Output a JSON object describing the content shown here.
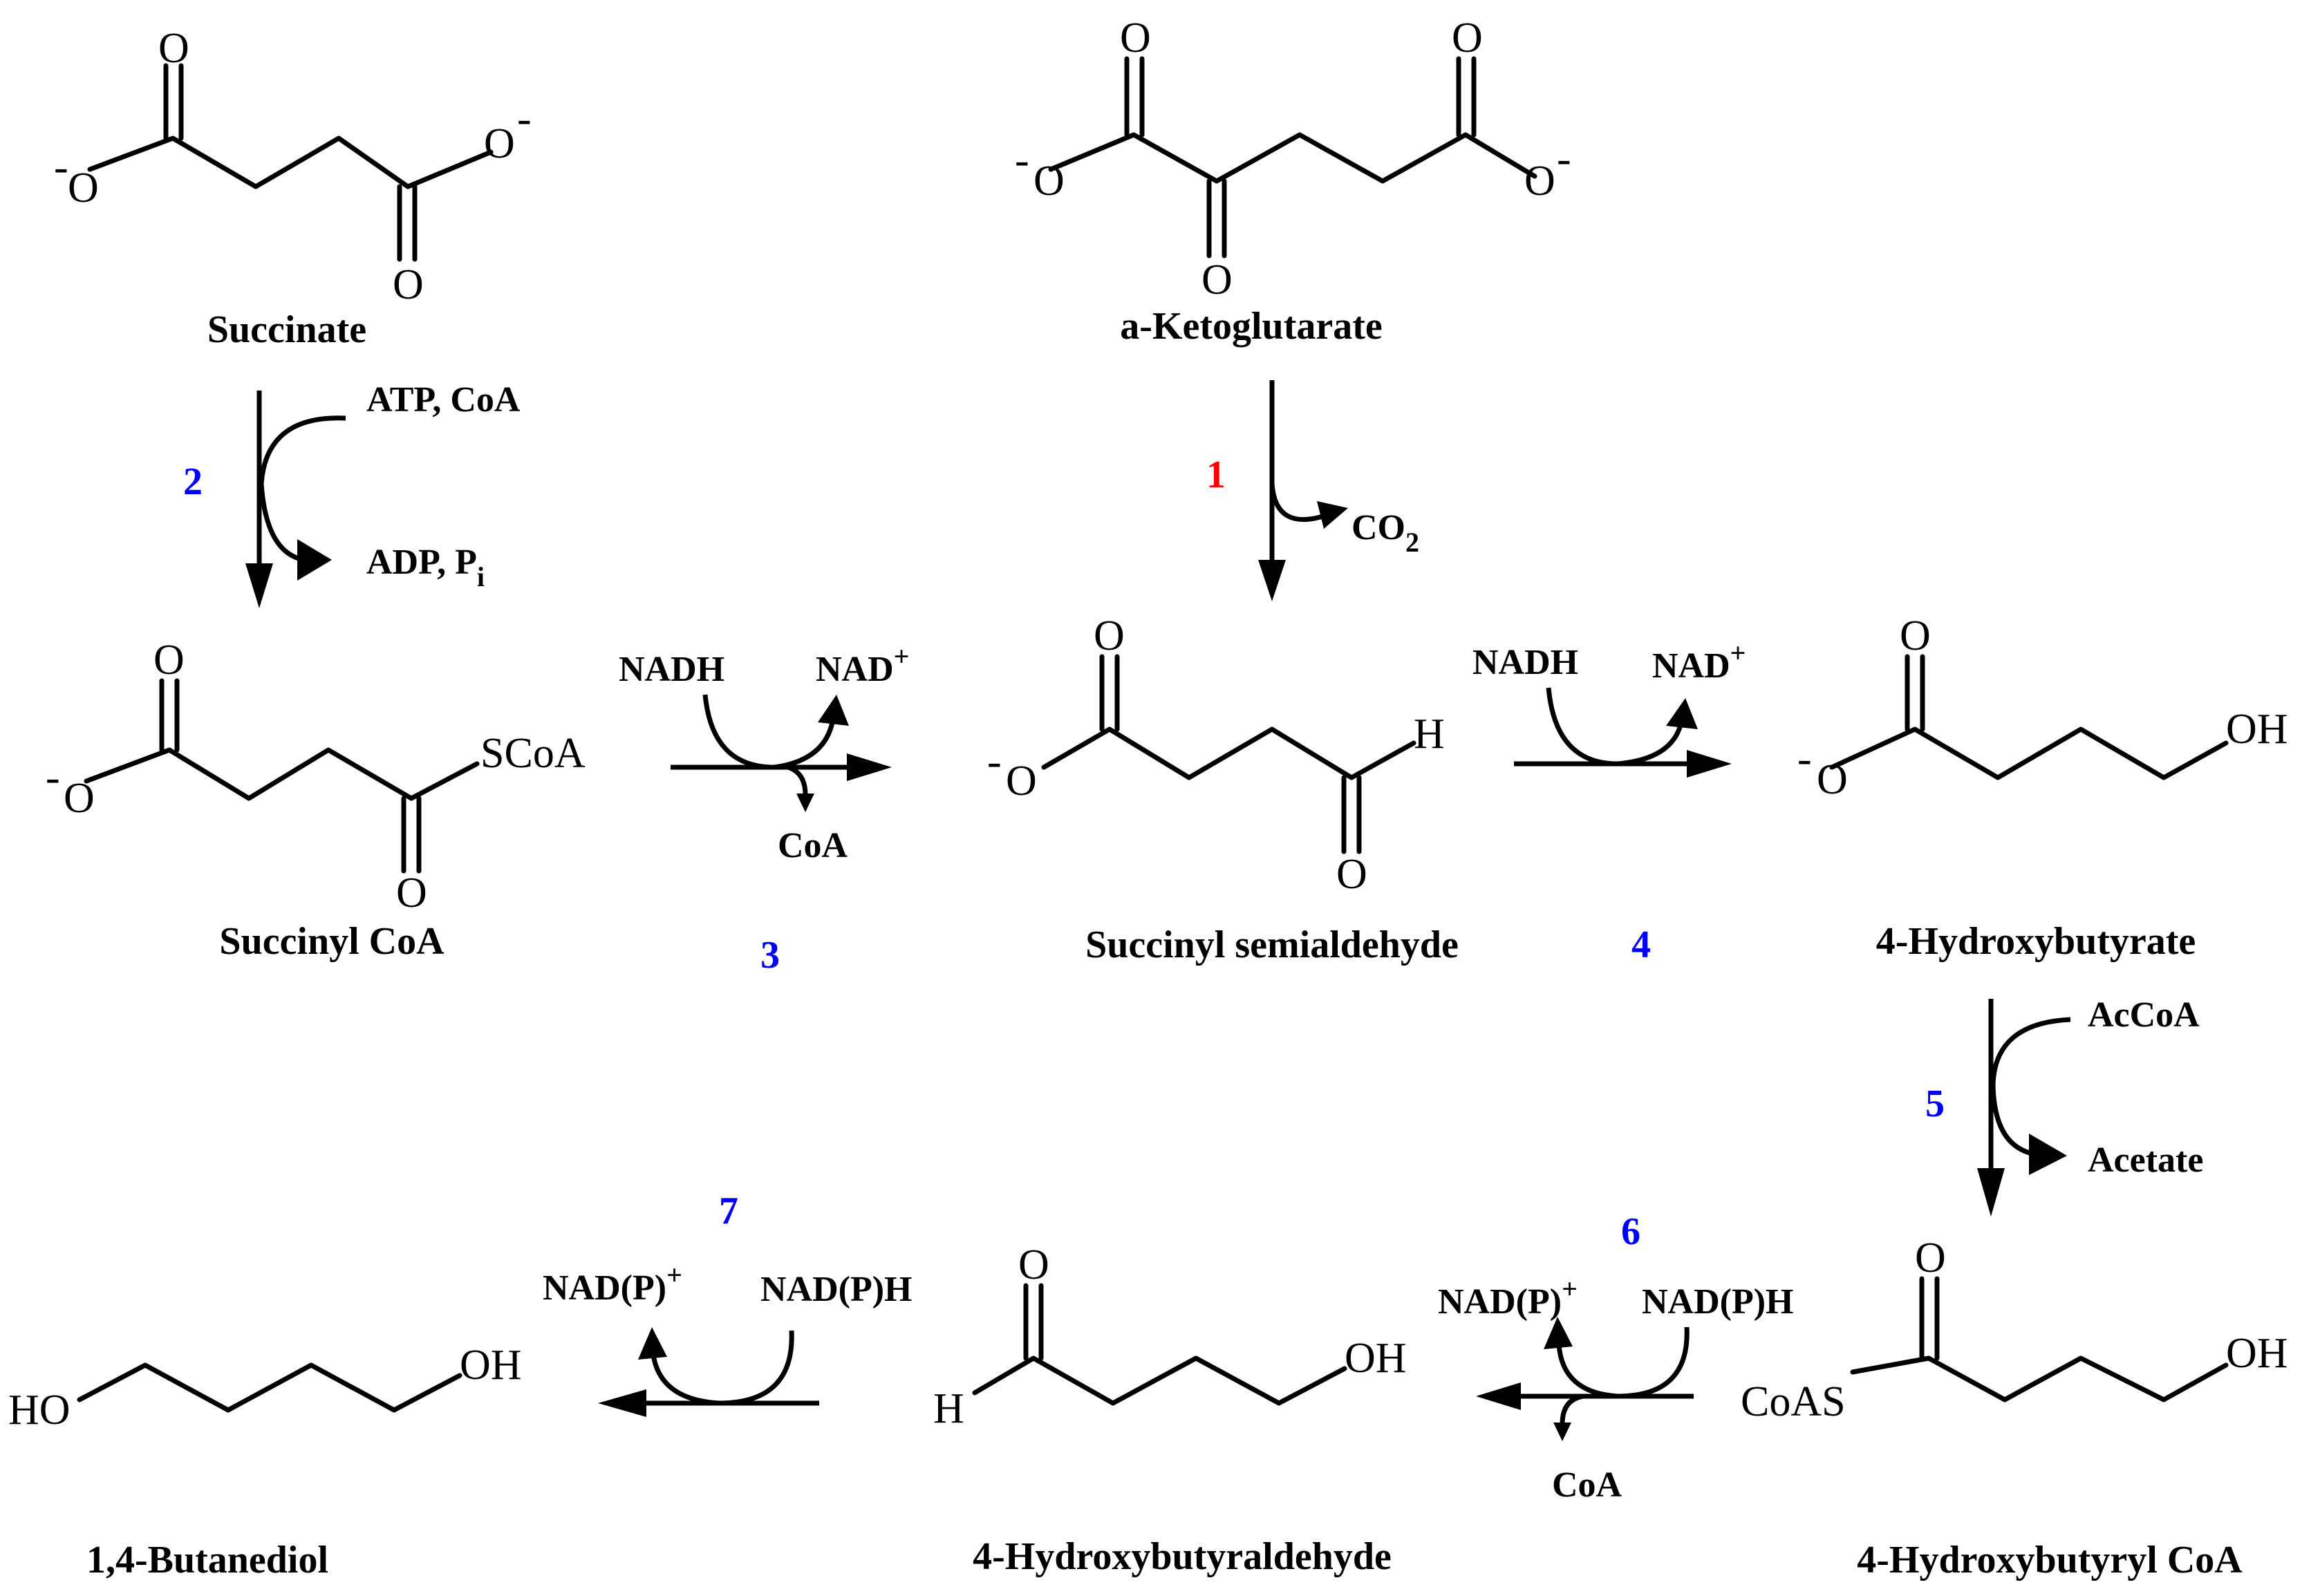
{
  "compounds": {
    "succinate": {
      "name": "Succinate",
      "o_top": "O",
      "o_bot": "O",
      "o_left": "O",
      "o_right": "O",
      "charge_left": "-",
      "charge_right": "-"
    },
    "akg": {
      "name": "a-Ketoglutarate",
      "o1": "O",
      "o2": "O",
      "o3": "O",
      "o_left": "O",
      "o_right": "O",
      "charge_left": "-",
      "charge_right": "-"
    },
    "succinyl_coa": {
      "name": "Succinyl CoA",
      "o_top": "O",
      "o_bot": "O",
      "o_left": "O",
      "charge": "-",
      "scoa": "SCoA"
    },
    "ssa": {
      "name": "Succinyl semialdehyde",
      "o_top": "O",
      "o_bot": "O",
      "o_left": "O",
      "charge": "-",
      "h": "H"
    },
    "hb": {
      "name": "4-Hydroxybutyrate",
      "o_top": "O",
      "o_left": "O",
      "charge": "-",
      "oh": "OH"
    },
    "hbcoa": {
      "name": "4-Hydroxybutyryl CoA",
      "o_top": "O",
      "coas": "CoAS",
      "oh": "OH"
    },
    "hbald": {
      "name": "4-Hydroxybutyraldehyde",
      "o_top": "O",
      "h": "H",
      "oh": "OH"
    },
    "bdo": {
      "name": "1,4-Butanediol",
      "ho": "HO",
      "oh": "OH"
    }
  },
  "steps": {
    "s1": {
      "label": "1",
      "color": "#ff0000",
      "out_main": "CO",
      "out_sub": "2"
    },
    "s2": {
      "label": "2",
      "color": "#0000ff",
      "in": "ATP, CoA",
      "out_main": "ADP, P",
      "out_sub": "i"
    },
    "s3": {
      "label": "3",
      "color": "#0000ff",
      "in": "NADH",
      "out": "NAD",
      "out_sup": "+",
      "coa": "CoA"
    },
    "s4": {
      "label": "4",
      "color": "#0000ff",
      "in": "NADH",
      "out": "NAD",
      "out_sup": "+"
    },
    "s5": {
      "label": "5",
      "color": "#0000ff",
      "in": "AcCoA",
      "out": "Acetate"
    },
    "s6": {
      "label": "6",
      "color": "#0000ff",
      "in": "NAD(P)H",
      "out": "NAD(P)",
      "out_sup": "+",
      "coa": "CoA"
    },
    "s7": {
      "label": "7",
      "color": "#0000ff",
      "in": "NAD(P)H",
      "out": "NAD(P)",
      "out_sup": "+"
    }
  }
}
